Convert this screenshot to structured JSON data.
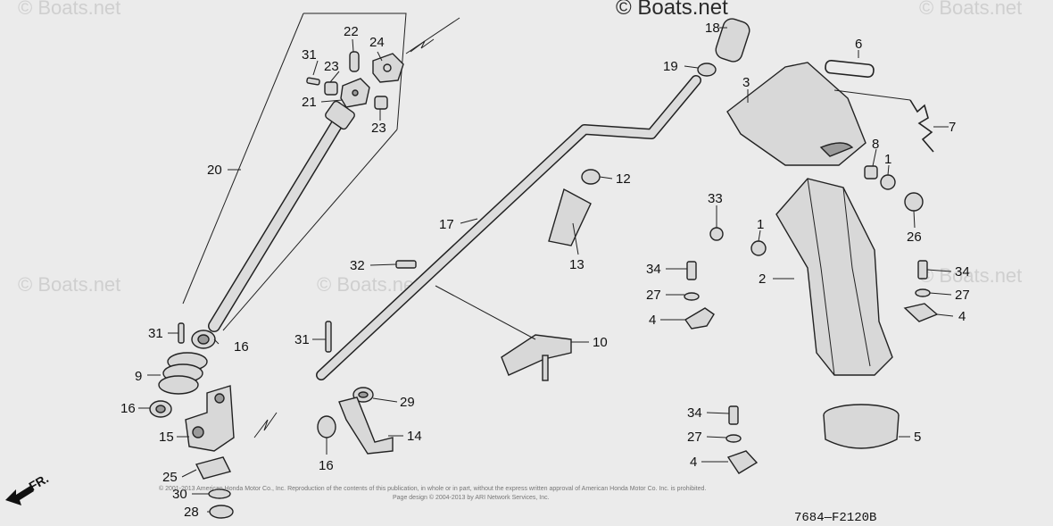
{
  "watermarks": {
    "top_center": "© Boats.net",
    "top_left": "© Boats.net",
    "top_right": "© Boats.net",
    "mid_left": "© Boats.net",
    "mid_center": "© Boats.net",
    "mid_right": "© Boats.net"
  },
  "callouts": {
    "c1a": "1",
    "c1b": "1",
    "c2": "2",
    "c3": "3",
    "c4a": "4",
    "c4b": "4",
    "c4c": "4",
    "c5": "5",
    "c6": "6",
    "c7": "7",
    "c8": "8",
    "c9": "9",
    "c10": "10",
    "c12": "12",
    "c13": "13",
    "c14": "14",
    "c15": "15",
    "c16a": "16",
    "c16b": "16",
    "c16c": "16",
    "c17": "17",
    "c18": "18",
    "c19": "19",
    "c20": "20",
    "c21": "21",
    "c22": "22",
    "c23a": "23",
    "c23b": "23",
    "c24": "24",
    "c25": "25",
    "c26": "26",
    "c27a": "27",
    "c27b": "27",
    "c27c": "27",
    "c28": "28",
    "c29": "29",
    "c30": "30",
    "c31a": "31",
    "c31b": "31",
    "c31c": "31",
    "c32": "32",
    "c33": "33",
    "c34a": "34",
    "c34b": "34",
    "c34c": "34"
  },
  "diagram_code": "7684—F2120B",
  "direction_label": "FR.",
  "copyright": {
    "line1": "© 2001-2013 American Honda Motor Co., Inc. Reproduction of the contents of this publication, in whole or in part, without the express written approval of American Honda Motor Co. Inc. is prohibited.",
    "line2": "Page design © 2004-2013 by ARI Network Services, Inc."
  }
}
